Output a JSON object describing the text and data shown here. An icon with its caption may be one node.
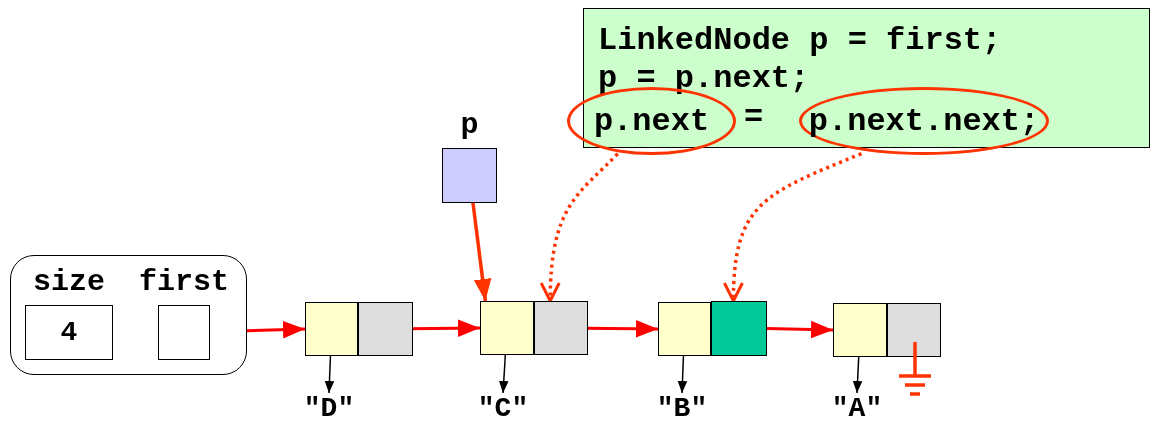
{
  "diagram": {
    "nodes": [
      {
        "text": [],
        "shape": "box"
      },
      {
        "text": [
          "size",
          "4"
        ],
        "in": 0
      },
      {
        "text": [
          "first"
        ],
        "in": 0
      },
      {
        "text": [
          "p"
        ]
      },
      {
        "text": [
          "LinkedNode p = first;",
          "p = p.next;",
          "="
        ]
      },
      {
        "text": [
          "p.next"
        ]
      },
      {
        "text": [
          "p.next.next;"
        ]
      },
      {
        "text": [],
        "shape": "box"
      },
      {
        "text": [],
        "shape": "box"
      },
      {
        "text": [],
        "shape": "box"
      },
      {
        "text": [],
        "shape": "box"
      },
      {
        "text": [],
        "shape": "box"
      },
      {
        "text": [],
        "shape": "box"
      },
      {
        "text": [],
        "shape": "box"
      },
      {
        "text": [],
        "shape": "box"
      },
      {
        "text": [
          "\"D\""
        ]
      },
      {
        "text": [
          "\"C\""
        ]
      },
      {
        "text": [
          "\"B\""
        ]
      },
      {
        "text": [
          "\"A\""
        ]
      }
    ],
    "edges": [
      {
        "from": 2,
        "to": 7,
        "arrow": "to"
      },
      {
        "from": 8,
        "to": 9,
        "arrow": "to"
      },
      {
        "from": 10,
        "to": 11,
        "arrow": "to"
      },
      {
        "from": 12,
        "to": 13,
        "arrow": "to"
      },
      {
        "from": 3,
        "to": 9,
        "arrow": "to",
        "color": "#ff3300"
      },
      {
        "from": 5,
        "to": 10,
        "arrow": "to",
        "style": "dashed",
        "color": "#ff3300"
      },
      {
        "from": 6,
        "to": 12,
        "arrow": "to",
        "style": "dashed",
        "color": "#ff3300"
      },
      {
        "from": 7,
        "to": 15,
        "arrow": "to",
        "color": "#000000"
      },
      {
        "from": 9,
        "to": 16,
        "arrow": "to",
        "color": "#000000"
      },
      {
        "from": 11,
        "to": 17,
        "arrow": "to",
        "color": "#000000"
      },
      {
        "from": 13,
        "to": 18,
        "arrow": "to",
        "color": "#000000"
      }
    ]
  }
}
